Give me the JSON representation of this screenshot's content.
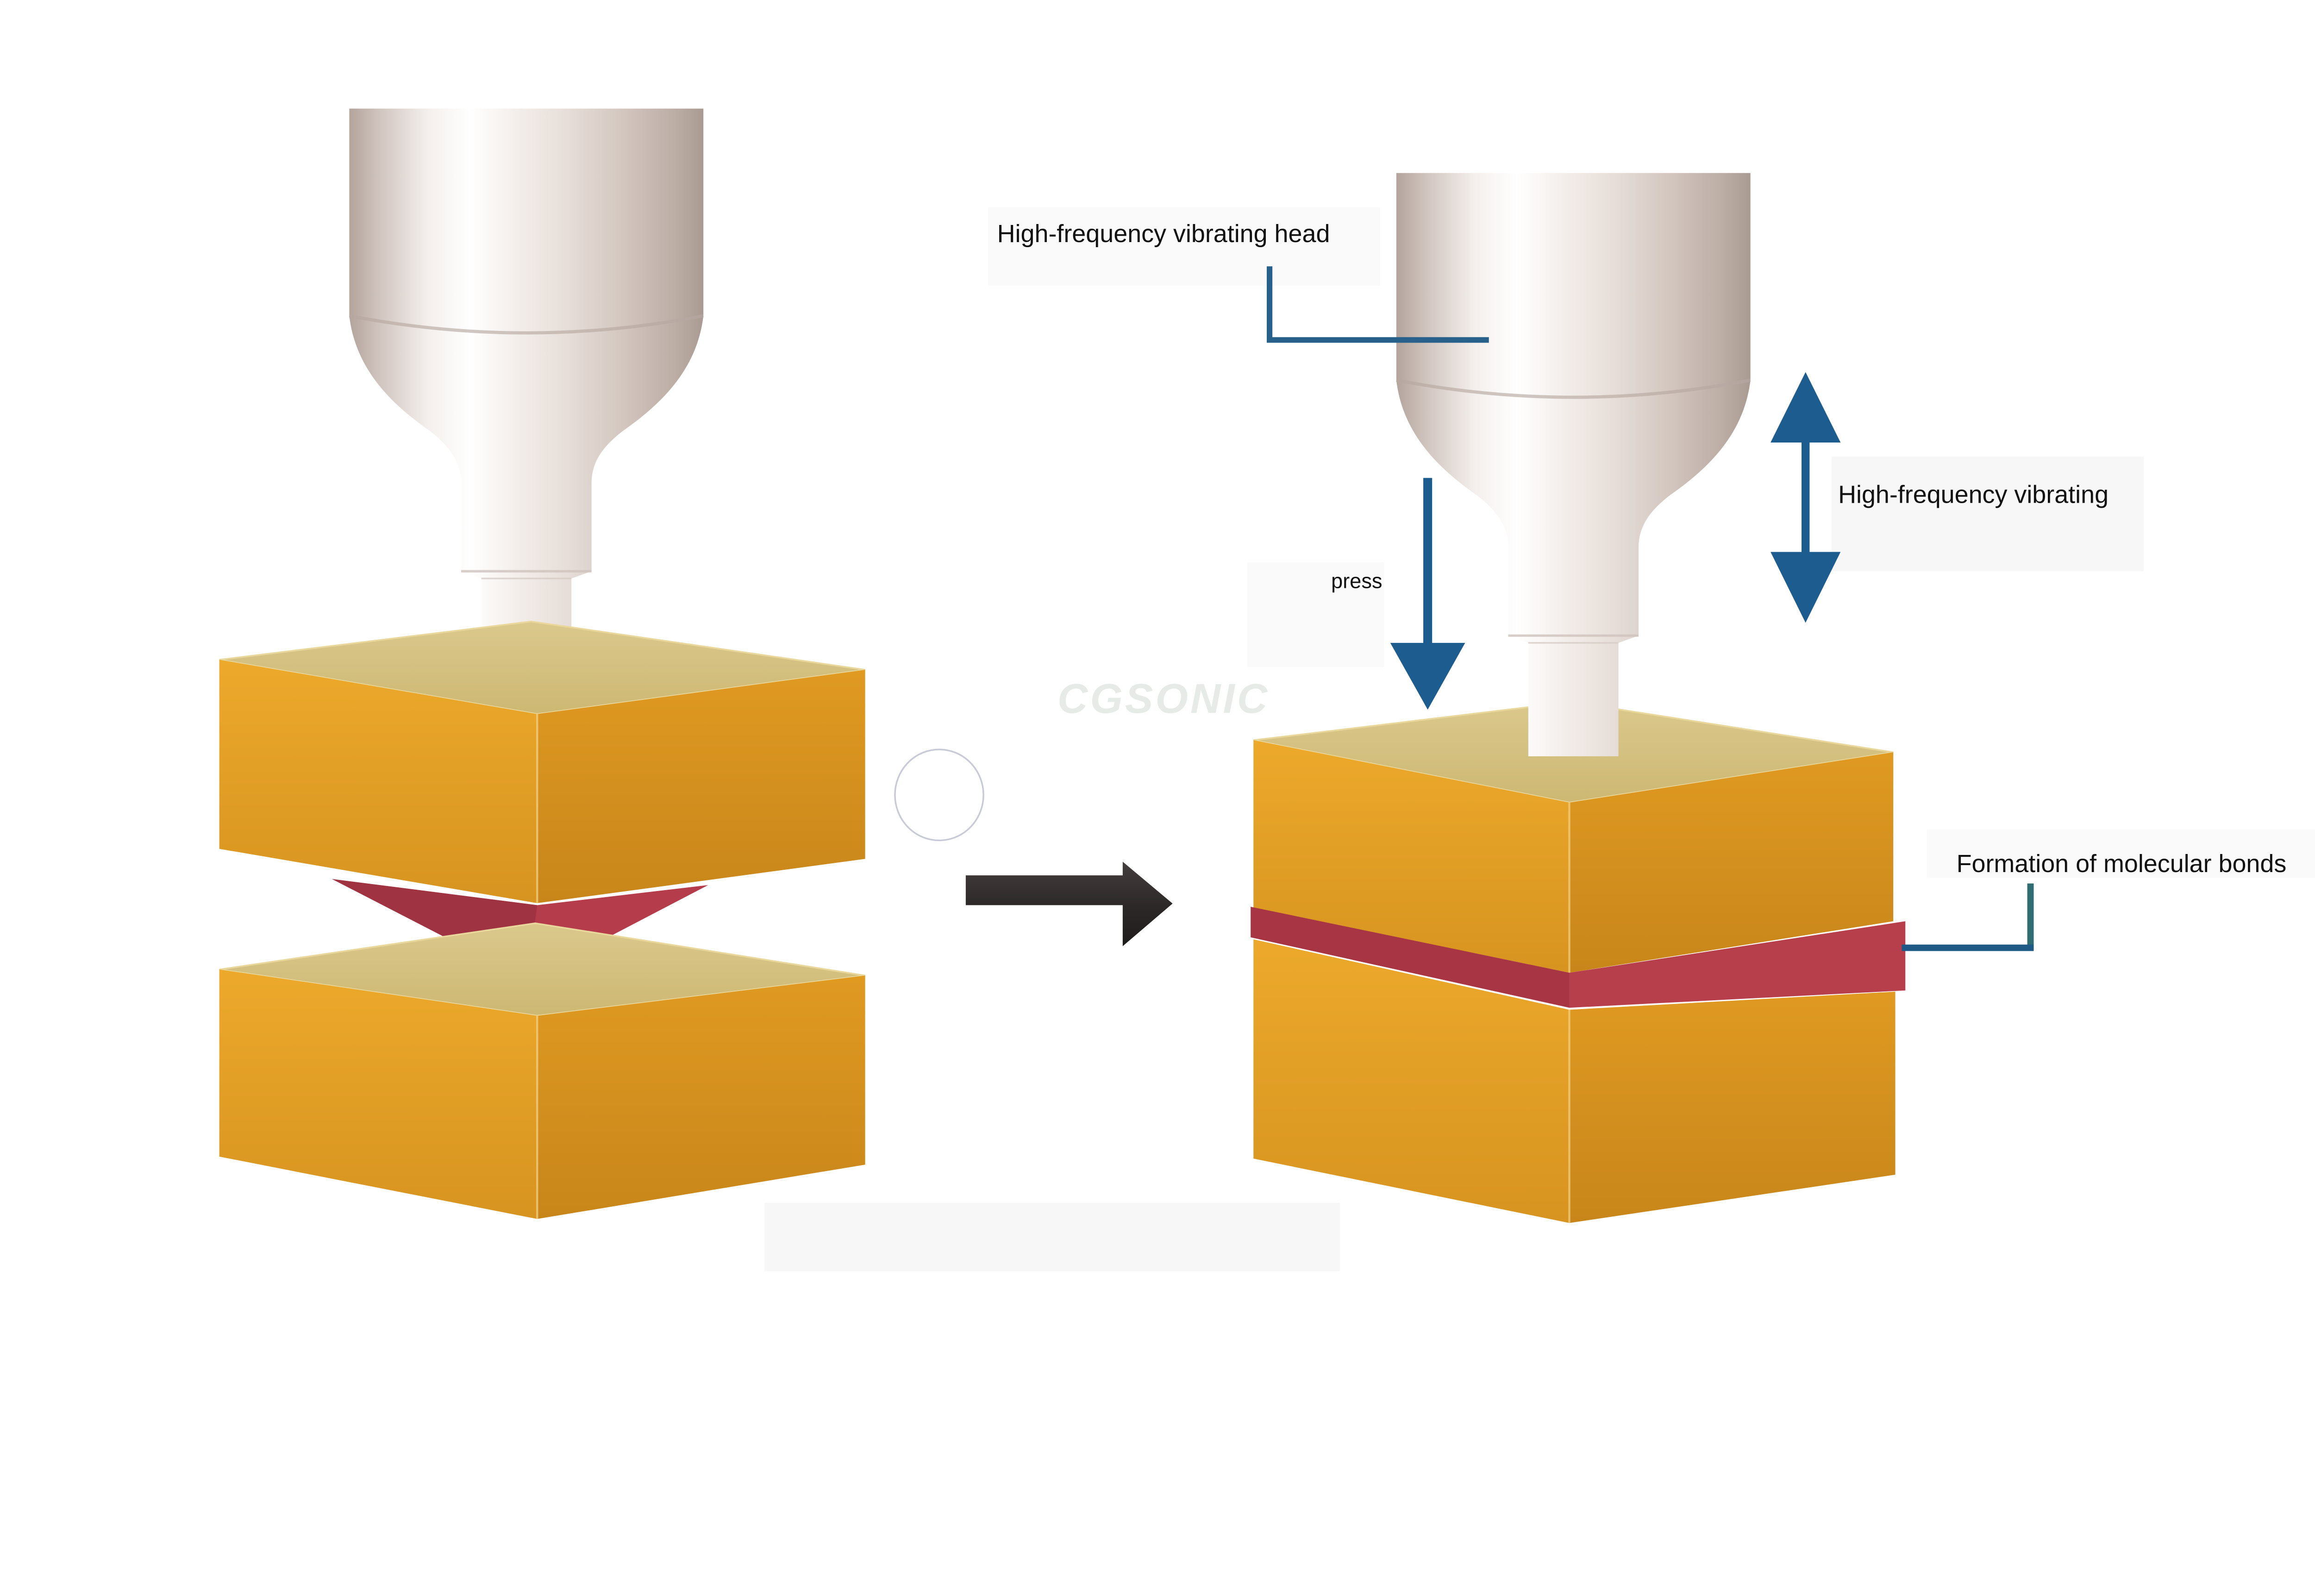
{
  "diagram": {
    "watermark": "CGSONIC",
    "labels": {
      "vibrating_head": "High-frequency vibrating head",
      "press": "press",
      "vibrating": "High-frequency vibrating",
      "molecular_bonds": "Formation of molecular bonds"
    },
    "icons": {
      "press_arrow": "↓",
      "vibration_double_arrow": "↕",
      "transition_arrow": "→"
    },
    "colors": {
      "annotation_blue": "#1d5c8e",
      "callout_blue": "#27608a",
      "callout_teal": "#2f6d72",
      "block_orange_left_face": "#e6a426",
      "block_orange_right_face": "#d79420",
      "block_top_tan": "#d6c180",
      "bond_red": "#b53c4a",
      "bond_red_dark": "#9c3140",
      "metal_highlight": "#f6f1ee",
      "transition_arrow_dark": "#2e2929",
      "watermark_gray": "#e6ebe7"
    }
  }
}
